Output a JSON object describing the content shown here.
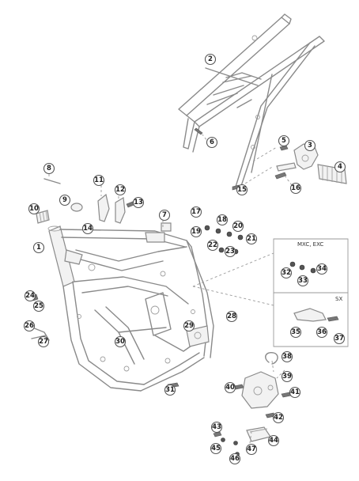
{
  "diagram": {
    "callouts": [
      {
        "id": "c1",
        "number": "1"
      },
      {
        "id": "c2",
        "number": "2"
      },
      {
        "id": "c3",
        "number": "3"
      },
      {
        "id": "c4",
        "number": "4"
      },
      {
        "id": "c5",
        "number": "5"
      },
      {
        "id": "c6",
        "number": "6"
      },
      {
        "id": "c7",
        "number": "7"
      },
      {
        "id": "c8",
        "number": "8"
      },
      {
        "id": "c9",
        "number": "9"
      },
      {
        "id": "c10",
        "number": "10"
      },
      {
        "id": "c11",
        "number": "11"
      },
      {
        "id": "c12",
        "number": "12"
      },
      {
        "id": "c13",
        "number": "13"
      },
      {
        "id": "c14",
        "number": "14"
      },
      {
        "id": "c15",
        "number": "15"
      },
      {
        "id": "c16",
        "number": "16"
      },
      {
        "id": "c17",
        "number": "17"
      },
      {
        "id": "c18",
        "number": "18"
      },
      {
        "id": "c19",
        "number": "19"
      },
      {
        "id": "c20",
        "number": "20"
      },
      {
        "id": "c21",
        "number": "21"
      },
      {
        "id": "c22",
        "number": "22"
      },
      {
        "id": "c23",
        "number": "23"
      },
      {
        "id": "c24",
        "number": "24"
      },
      {
        "id": "c25",
        "number": "25"
      },
      {
        "id": "c26",
        "number": "26"
      },
      {
        "id": "c27",
        "number": "27"
      },
      {
        "id": "c28",
        "number": "28"
      },
      {
        "id": "c29",
        "number": "29"
      },
      {
        "id": "c30",
        "number": "30"
      },
      {
        "id": "c31",
        "number": "31"
      },
      {
        "id": "c32",
        "number": "32"
      },
      {
        "id": "c33",
        "number": "33"
      },
      {
        "id": "c34",
        "number": "34"
      },
      {
        "id": "c35",
        "number": "35"
      },
      {
        "id": "c36",
        "number": "36"
      },
      {
        "id": "c37",
        "number": "37"
      },
      {
        "id": "c38",
        "number": "38"
      },
      {
        "id": "c39",
        "number": "39"
      },
      {
        "id": "c40",
        "number": "40"
      },
      {
        "id": "c41",
        "number": "41"
      },
      {
        "id": "c42",
        "number": "42"
      },
      {
        "id": "c43",
        "number": "43"
      },
      {
        "id": "c44",
        "number": "44"
      },
      {
        "id": "c45",
        "number": "45"
      },
      {
        "id": "c46",
        "number": "46"
      },
      {
        "id": "c47",
        "number": "47"
      }
    ],
    "variant_box_top_label": "MXC, EXC",
    "variant_box_bottom_label": "SX"
  }
}
